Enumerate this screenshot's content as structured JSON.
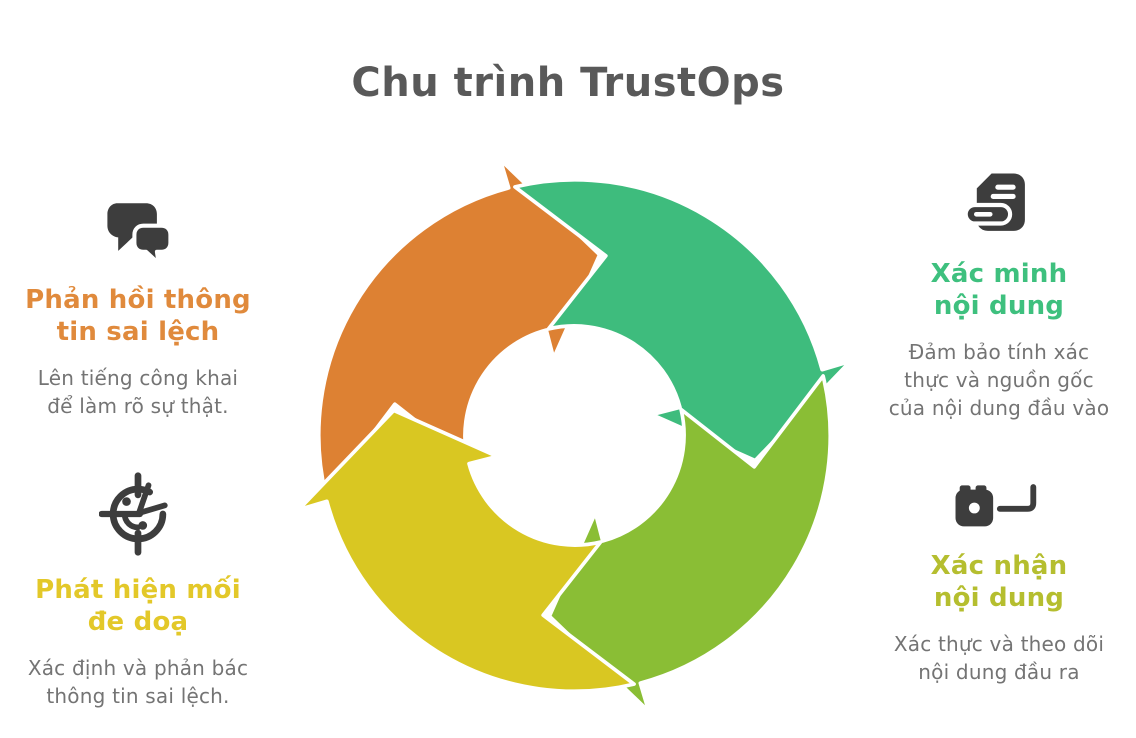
{
  "title": "Chu trình TrustOps",
  "colors": {
    "background": "#ffffff",
    "title_text": "#595959",
    "body_text": "#747474",
    "icon": "#3d3d3d"
  },
  "cycle": {
    "name": "TrustOps cycle diagram",
    "direction": "clockwise",
    "segments": [
      {
        "name": "respond-misinformation",
        "color": "#dd8133"
      },
      {
        "name": "verify-content",
        "color": "#3ebc7d"
      },
      {
        "name": "validate-content",
        "color": "#8abe35"
      },
      {
        "name": "detect-threats",
        "color": "#d9c722"
      }
    ]
  },
  "sections": {
    "respond_misinformation": {
      "icon": "chat-bubbles-icon",
      "heading_color": "#e08a3c",
      "heading_lines": [
        "Phản hồi thông",
        "tin sai lệch"
      ],
      "body_lines": [
        "Lên tiếng công khai",
        "để làm rõ sự thật."
      ]
    },
    "detect_threats": {
      "icon": "radar-icon",
      "heading_color": "#e3c829",
      "heading_lines": [
        "Phát hiện mối",
        "đe doạ"
      ],
      "body_lines": [
        "Xác định và phản bác",
        "thông tin sai lệch."
      ]
    },
    "verify_content": {
      "icon": "fact-check-document-icon",
      "heading_color": "#3ec07e",
      "heading_lines": [
        "Xác minh",
        "nội dung"
      ],
      "body_lines": [
        "Đảm bảo tính xác",
        "thực và nguồn gốc",
        "của nội dung đầu vào"
      ]
    },
    "validate_content": {
      "icon": "camera-cable-icon",
      "heading_color": "#b5be2f",
      "heading_lines": [
        "Xác nhận",
        "nội dung"
      ],
      "body_lines": [
        "Xác thực và theo dõi",
        "nội dung đầu ra"
      ]
    }
  }
}
